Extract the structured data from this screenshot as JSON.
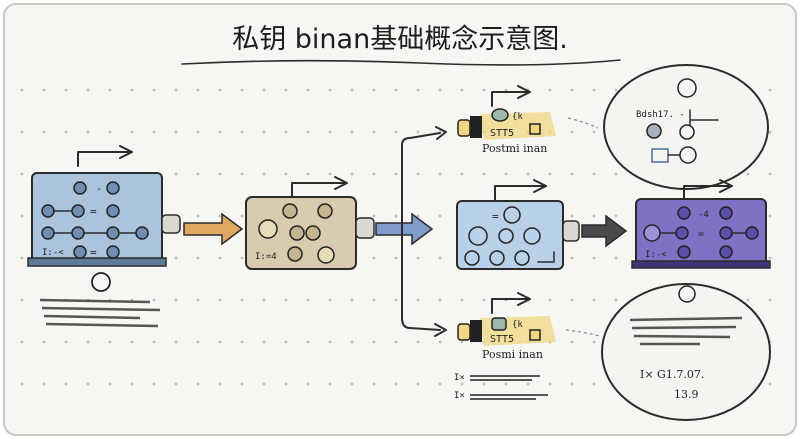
{
  "title": "私钥 binan基础概念示意图.",
  "panels": {
    "left": {
      "row_mid": "-",
      "row_eq1": "=",
      "row_eq2": "=",
      "corner": "I:-<"
    },
    "middle": {
      "corner": "I:=4"
    },
    "center": {
      "top": "="
    },
    "right": {
      "top": "-4",
      "mid": "=",
      "corner": "I:-<"
    }
  },
  "keys": {
    "top": {
      "code": "STT5",
      "caption": "Postmi inan",
      "tag": "{k"
    },
    "bottom": {
      "code": "STT5",
      "caption": "Posmi inan",
      "tag": "{k"
    }
  },
  "bubbles": {
    "top": {
      "label": "Bdsh17. -"
    },
    "bottom": {
      "line1": "I× G1.7.07.",
      "line2": "13.9"
    }
  },
  "notes": {
    "bottom_key_line1": "I×",
    "bottom_key_line2": "I×"
  },
  "colors": {
    "panel_blue": "#a9c4dc",
    "panel_tan": "#d8cbb0",
    "panel_light_blue": "#b8d0e8",
    "panel_purple": "#7f72c4",
    "arrow_orange": "#e0a860",
    "arrow_blue": "#7f9ccc",
    "arrow_dark": "#4a4a4a",
    "key_yellow": "#f2d780"
  }
}
